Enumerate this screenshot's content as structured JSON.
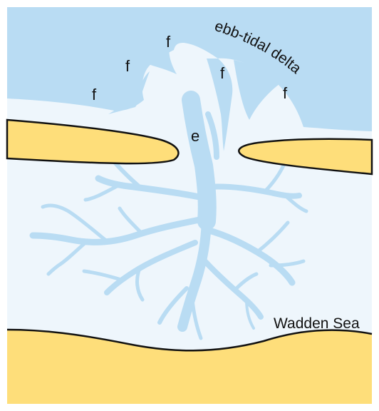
{
  "labels": {
    "ebb_tidal_delta": "ebb-tidal delta",
    "wadden_sea": "Wadden Sea",
    "ebb_channel": "e",
    "flood_channel": "f"
  },
  "colors": {
    "sea": "#b9dcf3",
    "shoal": "#eef6fc",
    "channel": "#b9dcf3",
    "sand": "#fede7a",
    "outline": "#111111"
  }
}
